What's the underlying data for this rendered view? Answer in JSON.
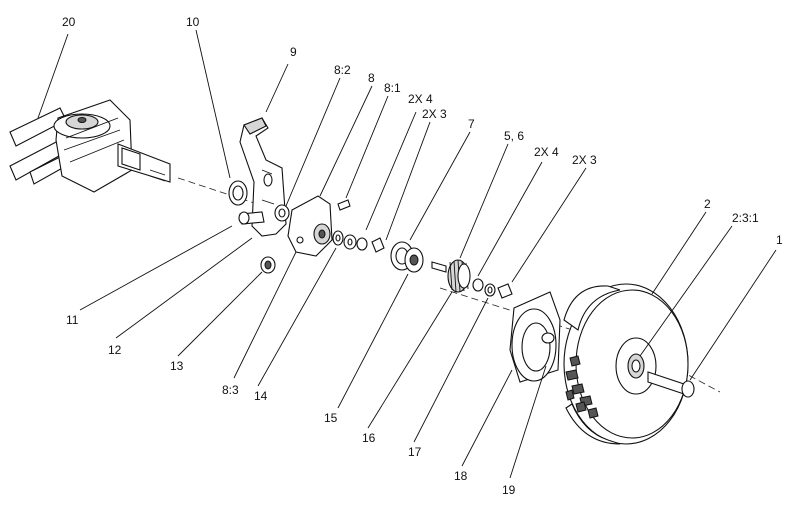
{
  "callouts": [
    {
      "id": "c20",
      "text": "20"
    },
    {
      "id": "c10",
      "text": "10"
    },
    {
      "id": "c9",
      "text": "9"
    },
    {
      "id": "c8-2",
      "text": "8:2"
    },
    {
      "id": "c8",
      "text": "8"
    },
    {
      "id": "c8-1",
      "text": "8:1"
    },
    {
      "id": "c2x4a",
      "text": "2X 4"
    },
    {
      "id": "c2x3a",
      "text": "2X 3"
    },
    {
      "id": "c7",
      "text": "7"
    },
    {
      "id": "c5-6",
      "text": "5, 6"
    },
    {
      "id": "c2x4b",
      "text": "2X 4"
    },
    {
      "id": "c2x3b",
      "text": "2X 3"
    },
    {
      "id": "c2",
      "text": "2"
    },
    {
      "id": "c2-3-1",
      "text": "2:3:1"
    },
    {
      "id": "c1",
      "text": "1"
    },
    {
      "id": "c11",
      "text": "11"
    },
    {
      "id": "c12",
      "text": "12"
    },
    {
      "id": "c13",
      "text": "13"
    },
    {
      "id": "c8-3",
      "text": "8:3"
    },
    {
      "id": "c14",
      "text": "14"
    },
    {
      "id": "c15",
      "text": "15"
    },
    {
      "id": "c16",
      "text": "16"
    },
    {
      "id": "c17",
      "text": "17"
    },
    {
      "id": "c18",
      "text": "18"
    },
    {
      "id": "c19",
      "text": "19"
    }
  ]
}
